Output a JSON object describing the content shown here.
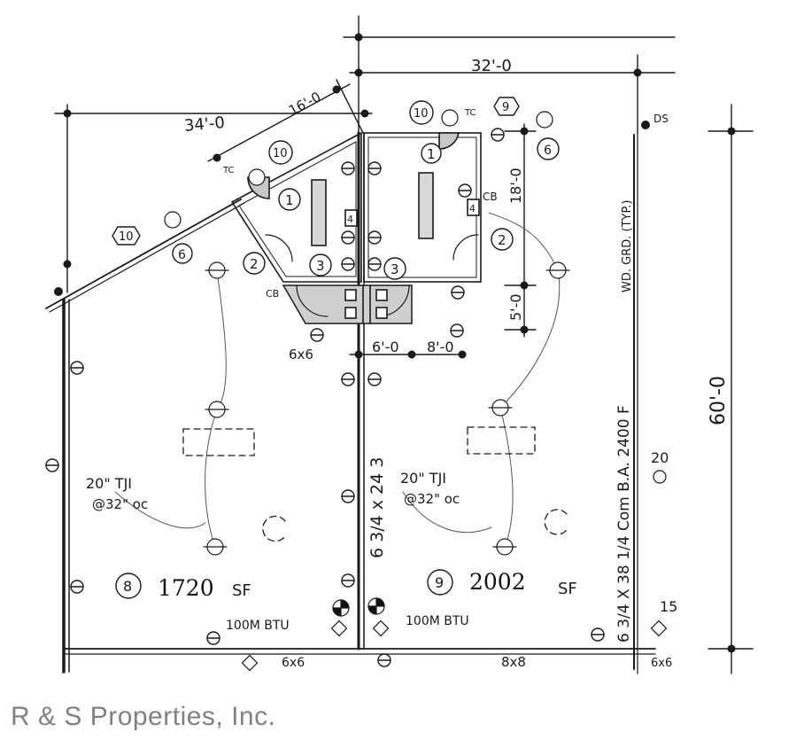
{
  "watermark": "R & S Properties, Inc.",
  "dimensions": {
    "top_width": "32'-0",
    "diagonal_top": "16'-0",
    "diagonal_left": "34'-0",
    "right_height": "60'-0",
    "stair_height": "18'-0",
    "corridor_height": "5'-0",
    "bottom_left": "6'-0",
    "bottom_right": "8'-0"
  },
  "beams": {
    "vertical_center": "6 3/4 x 24 3",
    "vertical_right": "6 3/4 X 38 1/4 Com B.A. 2400 F",
    "right_note": "WD. GRD. (TYP.)",
    "post_left": "6x6",
    "post_center": "6x6",
    "beam_bottom": "8x8",
    "post_right": "6x6"
  },
  "units": [
    {
      "number": "8",
      "area": "1720",
      "unit": "SF",
      "joists": "20\" TJI",
      "spacing": "@32\" oc",
      "heater": "100M BTU"
    },
    {
      "number": "9",
      "area": "2002",
      "unit": "SF",
      "joists": "20\" TJI",
      "spacing": "@32\" oc",
      "heater": "100M BTU"
    }
  ],
  "tags": {
    "t1": "1",
    "t2": "2",
    "t3": "3",
    "t4": "4",
    "t6": "6",
    "t9": "9",
    "t10": "10",
    "tc": "TC",
    "cb": "CB",
    "ds": "DS",
    "edge_20": "20",
    "edge_15": "15"
  }
}
